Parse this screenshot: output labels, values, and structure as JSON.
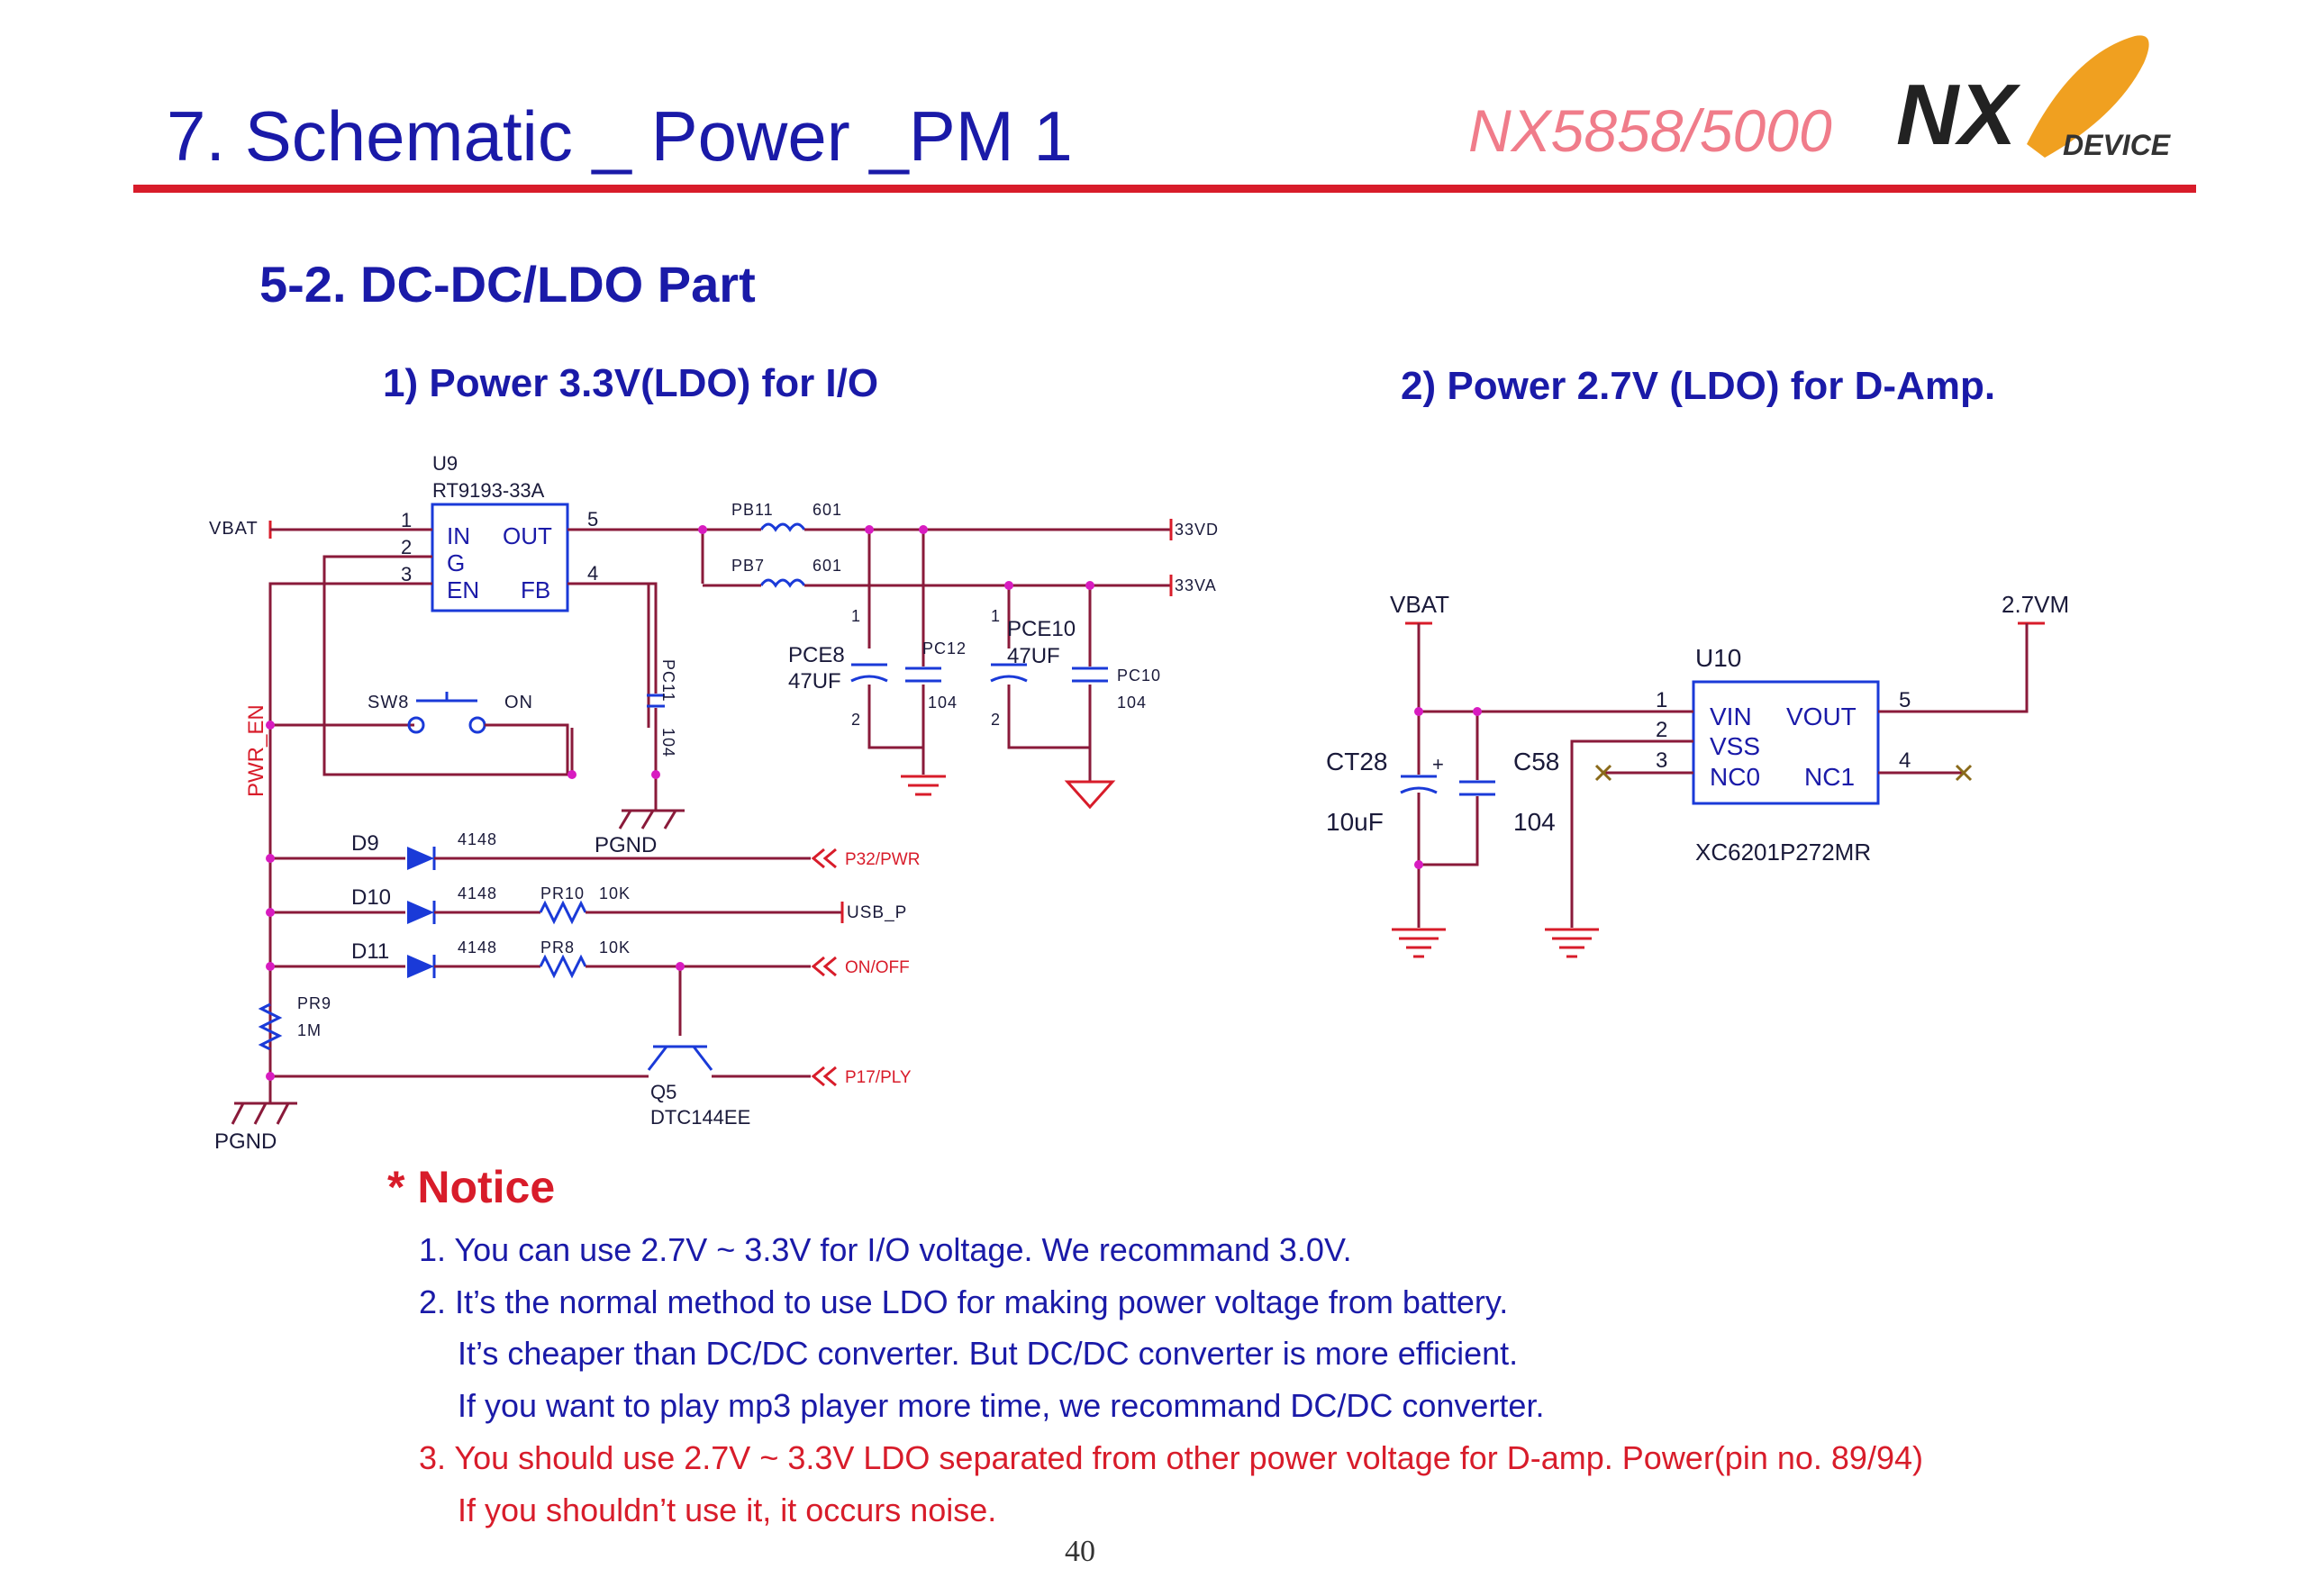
{
  "header": {
    "title": "7. Schematic _ Power _PM 1",
    "model": "NX5858/5000",
    "logo_text": "NX",
    "logo_sub": "DEVICE"
  },
  "section": "5-2. DC-DC/LDO Part",
  "sub1": "1) Power 3.3V(LDO) for I/O",
  "sub2": "2) Power 2.7V (LDO) for D-Amp.",
  "circuit1": {
    "u9": "U9",
    "u9_part": "RT9193-33A",
    "vbat": "VBAT",
    "pin1": "1",
    "pin2": "2",
    "pin3": "3",
    "pin4": "4",
    "pin5": "5",
    "in": "IN",
    "g": "G",
    "en": "EN",
    "out": "OUT",
    "fb": "FB",
    "pb11": "PB11",
    "pb11_val": "601",
    "pb7": "PB7",
    "pb7_val": "601",
    "v33vd": "33VD",
    "v33va": "33VA",
    "pce8": "PCE8",
    "pce8_val": "47UF",
    "pc12": "PC12",
    "pc12_val": "104",
    "pce10": "PCE10",
    "pce10_val": "47UF",
    "pc10": "PC10",
    "pc10_val": "104",
    "pc11": "PC11",
    "pc11_val": "104",
    "sw": "SW8",
    "on": "ON",
    "pwr_en": "PWR_EN",
    "pgnd": "PGND",
    "d9": "D9",
    "d10": "D10",
    "d11": "D11",
    "d_val": "4148",
    "pr10": "PR10",
    "pr10_val": "10K",
    "pr8": "PR8",
    "pr8_val": "10K",
    "pr9": "PR9",
    "pr9_val": "1M",
    "p32": "P32/PWR",
    "usbp": "USB_P",
    "onoff": "ON/OFF",
    "p17": "P17/PLY",
    "q5": "Q5",
    "q5_part": "DTC144EE",
    "pgnd2": "PGND",
    "cap_pin1": "1",
    "cap_pin2": "2",
    "plus": "+"
  },
  "circuit2": {
    "vbat": "VBAT",
    "v27vm": "2.7VM",
    "u10": "U10",
    "ct28": "CT28",
    "ct28_val": "10uF",
    "c58": "C58",
    "c58_val": "104",
    "vin": "VIN",
    "vss": "VSS",
    "nc0": "NC0",
    "vout": "VOUT",
    "nc1": "NC1",
    "pin1": "1",
    "pin2": "2",
    "pin3": "3",
    "pin4": "4",
    "pin5": "5",
    "part": "XC6201P272MR",
    "plus": "+"
  },
  "notice": {
    "heading": "* Notice",
    "l1": "1. You can use 2.7V ~ 3.3V for I/O voltage. We recommand 3.0V.",
    "l2": "2. It’s the normal method to use LDO for making power voltage from battery.",
    "l2b": "It’s cheaper than DC/DC converter. But DC/DC converter is more efficient.",
    "l2c": "If you want to play mp3 player more time, we recommand DC/DC converter.",
    "l3": "3. You should use 2.7V ~ 3.3V LDO separated from other power voltage for D-amp. Power(pin no. 89/94)",
    "l3b": "If you shouldn’t use it, it occurs noise."
  },
  "page_number": "40",
  "colors": {
    "title": "#1a1aa8",
    "accent": "#d81c2a",
    "wire": "#8a1a3a",
    "component": "#1a3ad8",
    "logo_orange": "#f0a020"
  }
}
